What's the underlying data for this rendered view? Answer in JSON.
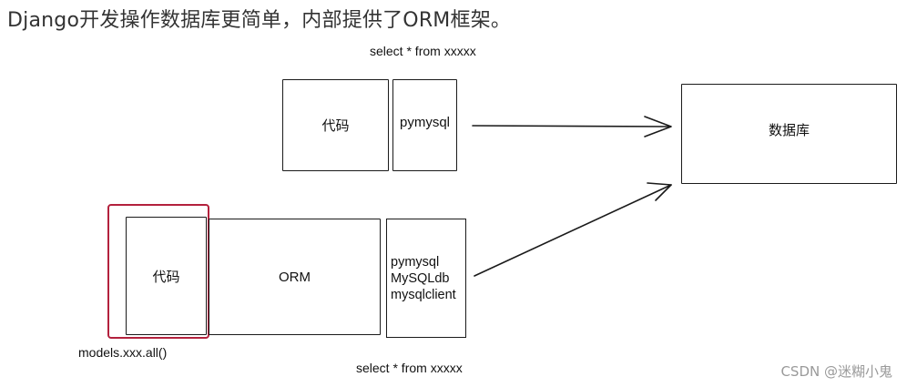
{
  "heading": "Django开发操作数据库更简单，内部提供了ORM框架。",
  "top_flow": {
    "sql_label": "select * from xxxxx",
    "code_box": "代码",
    "driver_box": "pymysql"
  },
  "database_box": "数据库",
  "bottom_flow": {
    "code_box": "代码",
    "orm_box": "ORM",
    "drivers": [
      "pymysql",
      "MySQLdb",
      "mysqlclient"
    ],
    "call_caption": "models.xxx.all()",
    "sql_label": "select * from xxxxx"
  },
  "watermark": "CSDN @迷糊小鬼",
  "colors": {
    "highlight": "#b3213d",
    "line": "#1a1a1a",
    "watermark": "#9a9a9a"
  }
}
